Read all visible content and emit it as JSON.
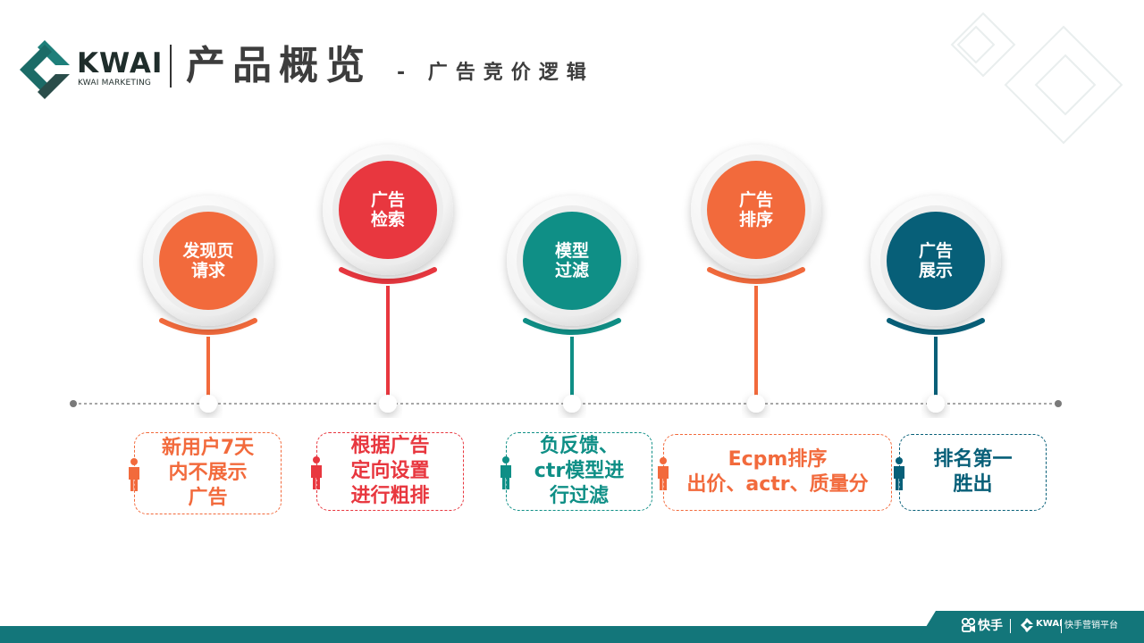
{
  "header": {
    "brand_name": "KWAI",
    "brand_sub": "KWAI MARKETING",
    "title": "产品概览",
    "subtitle": "- 广告竞价逻辑"
  },
  "colors": {
    "orange": "#f26a3c",
    "red": "#e8373f",
    "teal": "#0f8f86",
    "dark_teal": "#075f78",
    "footer": "#13767a"
  },
  "steps": [
    {
      "label": "发现页\n请求",
      "desc": "新用户7天\n内不展示\n广告",
      "color": "#f26a3c"
    },
    {
      "label": "广告\n检索",
      "desc": "根据广告\n定向设置\n进行粗排",
      "color": "#e8373f"
    },
    {
      "label": "模型\n过滤",
      "desc": "负反馈、\nctr模型进\n行过滤",
      "color": "#0f8f86"
    },
    {
      "label": "广告\n排序",
      "desc": "Ecpm排序\n出价、actr、质量分",
      "color": "#f26a3c"
    },
    {
      "label": "广告\n展示",
      "desc": "排名第一\n胜出",
      "color": "#075f78"
    }
  ],
  "footer": {
    "kuaishou": "快手",
    "kwai": "KWAI",
    "platform": "快手营销平台"
  }
}
